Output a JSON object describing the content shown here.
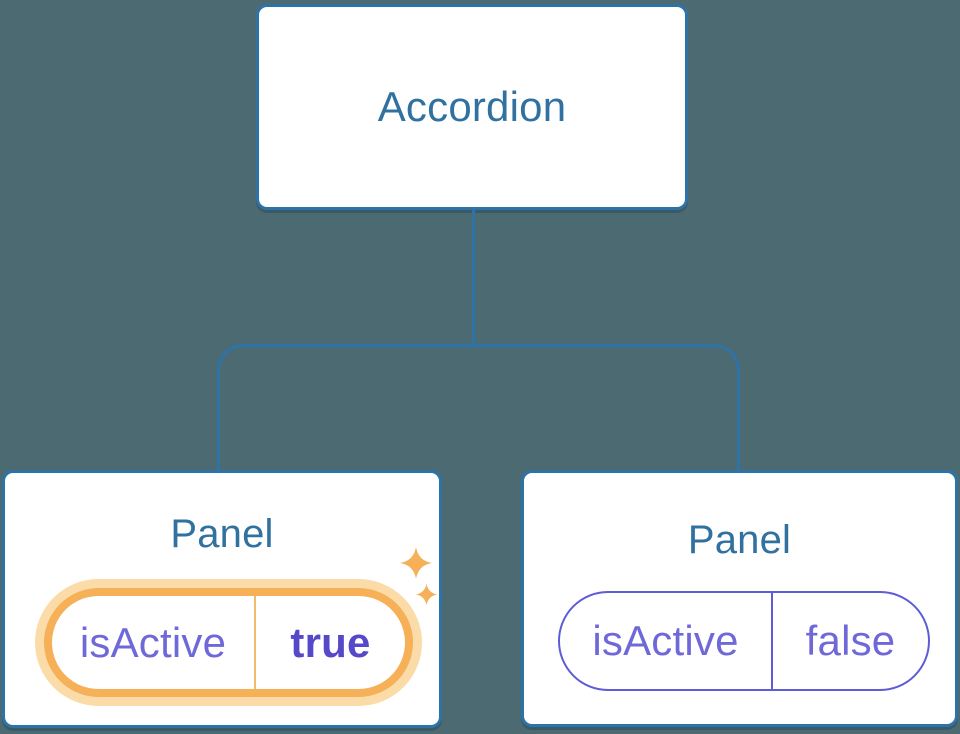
{
  "colors": {
    "background": "#4C6A72",
    "blue_border": "#2E73A7",
    "blue_text": "#31719F",
    "node_bg": "#FFFFFF",
    "purple_text": "#6F68D8",
    "purple_bold": "#5549C9",
    "purple_border": "#5E5CD6",
    "orange": "#F5B058",
    "orange_glow": "#FBDCA8",
    "orange_divider": "#F2BA6B"
  },
  "diagram": {
    "type": "component-tree",
    "root": {
      "label": "Accordion"
    },
    "panels": [
      {
        "title": "Panel",
        "state_key": "isActive",
        "state_value": "true",
        "highlighted": true,
        "decoration": "sparkles-icon"
      },
      {
        "title": "Panel",
        "state_key": "isActive",
        "state_value": "false",
        "highlighted": false,
        "decoration": null
      }
    ]
  }
}
